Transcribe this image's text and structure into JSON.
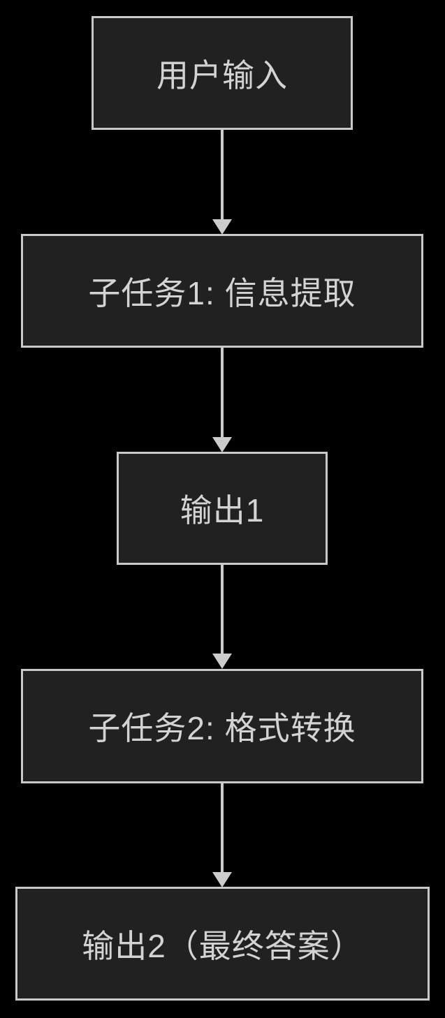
{
  "diagram": {
    "type": "flowchart",
    "direction": "top-down",
    "colors": {
      "background": "#000000",
      "node_fill": "#212121",
      "node_border": "#c9c9c9",
      "node_text": "#d3d3d3",
      "arrow": "#cccccc"
    },
    "nodes": [
      {
        "id": "user-input",
        "label": "用户输入"
      },
      {
        "id": "subtask1",
        "label": "子任务1: 信息提取"
      },
      {
        "id": "output1",
        "label": "输出1"
      },
      {
        "id": "subtask2",
        "label": "子任务2: 格式转换"
      },
      {
        "id": "output2",
        "label": "输出2（最终答案）"
      }
    ],
    "edges": [
      {
        "from": "user-input",
        "to": "subtask1"
      },
      {
        "from": "subtask1",
        "to": "output1"
      },
      {
        "from": "output1",
        "to": "subtask2"
      },
      {
        "from": "subtask2",
        "to": "output2"
      }
    ]
  }
}
